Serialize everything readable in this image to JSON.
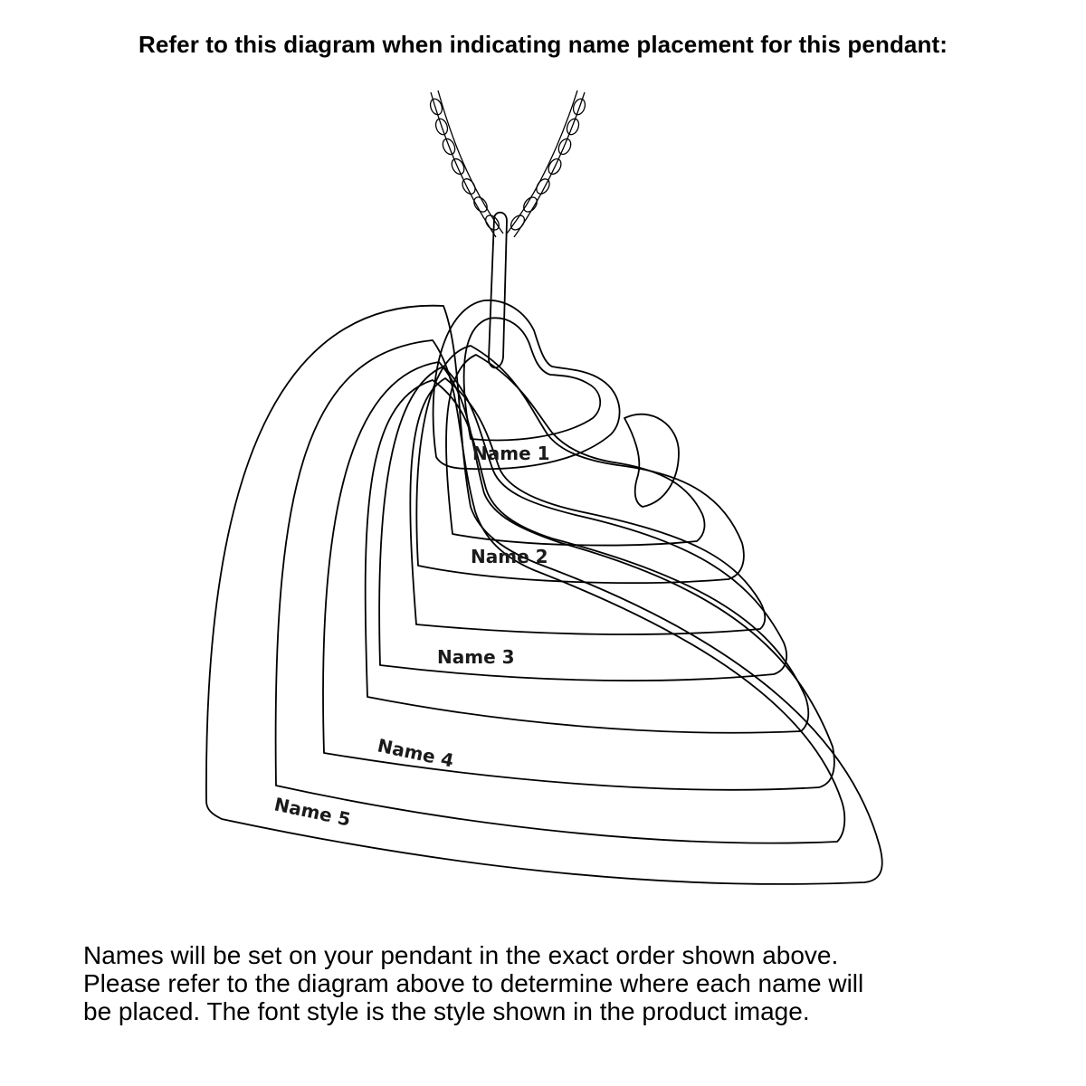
{
  "heading": "Refer to this diagram when indicating name placement for this pendant:",
  "names": [
    "Name 1",
    "Name 2",
    "Name 3",
    "Name 4",
    "Name 5"
  ],
  "notes": [
    "Names will be set on your pendant in the exact order shown above.",
    "Please refer to the diagram above to determine where each name will",
    "be placed. The font style is the style shown in the product image."
  ]
}
